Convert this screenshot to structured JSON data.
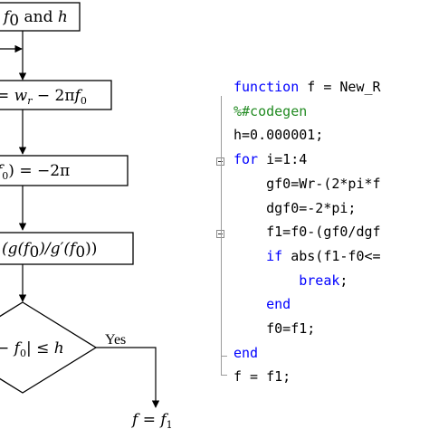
{
  "flowchart": {
    "box1": {
      "main": "f",
      "sub": "0",
      "rest": " and ",
      "h": "h"
    },
    "box2": {
      "pre": "= ",
      "w": "w",
      "wsub": "r",
      "mid": " − 2π",
      "f": "f",
      "fsub": "0"
    },
    "box3": {
      "pre": "",
      "f": "f",
      "fsub": "0",
      "rest": ") = −2π"
    },
    "box4": {
      "text": "(g(f",
      "sub": "0",
      "mid": ")/g′(f",
      "sub2": "0",
      "end": "))"
    },
    "diamond": {
      "pre": "− ",
      "f": "f",
      "fsub": "0",
      "rest": "| ≤ ",
      "h": "h"
    },
    "yes_label": "Yes",
    "result": {
      "f": "f",
      "eq": " = ",
      "f1": "f",
      "sub": "1"
    }
  },
  "code": {
    "lines": [
      {
        "indent": "",
        "parts": [
          {
            "k": "kw",
            "t": "function"
          },
          {
            "k": "",
            "t": " f = New_R"
          }
        ]
      },
      {
        "indent": "",
        "parts": [
          {
            "k": "cm",
            "t": "%#codegen"
          }
        ]
      },
      {
        "indent": "",
        "parts": [
          {
            "k": "",
            "t": "h=0.000001;"
          }
        ]
      },
      {
        "indent": "",
        "parts": [
          {
            "k": "kw",
            "t": "for"
          },
          {
            "k": "",
            "t": " i=1:4"
          }
        ]
      },
      {
        "indent": "    ",
        "parts": [
          {
            "k": "",
            "t": "gf0=Wr-(2*pi*f"
          }
        ]
      },
      {
        "indent": "    ",
        "parts": [
          {
            "k": "",
            "t": "dgf0=-2*pi;"
          }
        ]
      },
      {
        "indent": "    ",
        "parts": [
          {
            "k": "",
            "t": "f1=f0-(gf0/dgf"
          }
        ]
      },
      {
        "indent": "    ",
        "parts": [
          {
            "k": "kw",
            "t": "if"
          },
          {
            "k": "",
            "t": " abs(f1-f0<="
          }
        ]
      },
      {
        "indent": "        ",
        "parts": [
          {
            "k": "kw",
            "t": "break"
          },
          {
            "k": "",
            "t": ";"
          }
        ]
      },
      {
        "indent": "    ",
        "parts": [
          {
            "k": "kw",
            "t": "end"
          }
        ]
      },
      {
        "indent": "    ",
        "parts": [
          {
            "k": "",
            "t": "f0=f1;"
          }
        ]
      },
      {
        "indent": "",
        "parts": [
          {
            "k": "kw",
            "t": "end"
          }
        ]
      },
      {
        "indent": "",
        "parts": [
          {
            "k": "",
            "t": "f = f1;"
          }
        ]
      }
    ]
  },
  "colors": {
    "keyword": "#0000ff",
    "comment": "#228b22",
    "text": "#000000"
  }
}
